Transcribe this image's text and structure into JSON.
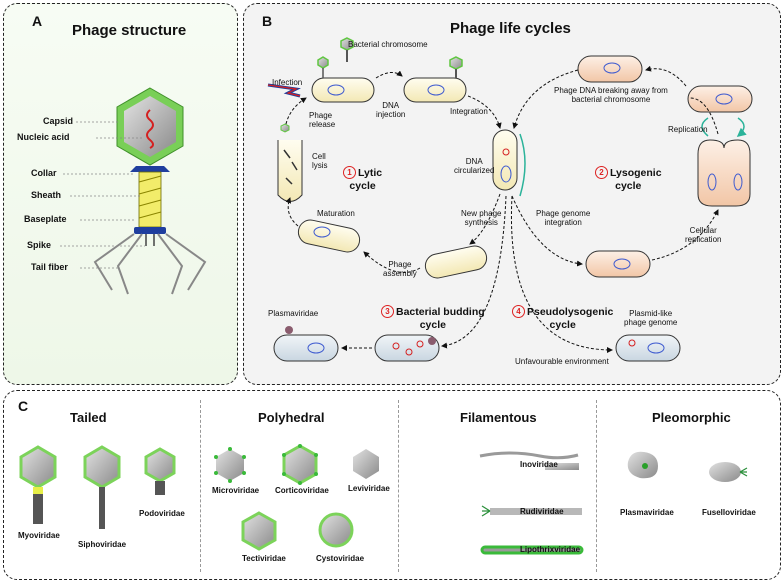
{
  "panel_a": {
    "label": "A",
    "title": "Phage structure",
    "parts": [
      "Capsid",
      "Nucleic acid",
      "Collar",
      "Sheath",
      "Baseplate",
      "Spike",
      "Tail fiber"
    ]
  },
  "panel_b": {
    "label": "B",
    "title": "Phage life cycles",
    "cycles": {
      "lytic_num": "1",
      "lytic": "Lytic",
      "lytic2": "cycle",
      "lyso_num": "2",
      "lyso": "Lysogenic",
      "lyso2": "cycle",
      "bud_num": "3",
      "bud": "Bacterial budding",
      "bud2": "cycle",
      "pseudo_num": "4",
      "pseudo": "Pseudolysogenic",
      "pseudo2": "cycle"
    },
    "steps": {
      "bacterial_chromosome": "Bacterial chromosome",
      "infection": "Infection",
      "dna_injection": "DNA\ninjection",
      "integration": "Integration",
      "phage_release": "Phage\nrelease",
      "cell_lysis": "Cell\nlysis",
      "dna_circularized": "DNA\ncircularized",
      "maturation": "Maturation",
      "new_phage_synthesis": "New phage\nsynthesis",
      "phage_assembly": "Phage\nassembly",
      "phage_dna_breaking": "Phage DNA breaking away from\nbacterial chromosome",
      "replication": "Replication",
      "phage_genome_integration": "Phage genome\nintegration",
      "cellular_replication": "Cellular\nreplication",
      "plasmaviridae": "Plasmaviridae",
      "plasmid_like": "Plasmid-like\nphage genome",
      "unfavourable": "Unfavourable environment"
    }
  },
  "panel_c": {
    "label": "C",
    "groups": [
      {
        "title": "Tailed",
        "families": [
          "Myoviridae",
          "Siphoviridae",
          "Podoviridae"
        ]
      },
      {
        "title": "Polyhedral",
        "families": [
          "Microviridae",
          "Corticoviridae",
          "Leviviridae",
          "Tectiviridae",
          "Cystoviridae"
        ]
      },
      {
        "title": "Filamentous",
        "families": [
          "Inoviridae",
          "Rudiviridae",
          "Lipothrixviridae"
        ]
      },
      {
        "title": "Pleomorphic",
        "families": [
          "Plasmaviridae",
          "Fuselloviridae"
        ]
      }
    ]
  },
  "colors": {
    "capsid_green": "#7cd35a",
    "dashed_border": "#222222",
    "bacterium_fill": "#fbf6da",
    "lysogenic_fill": "#f7d9c4",
    "budding_fill": "#dfe7ee",
    "dna_red": "#d42020",
    "tail_blue": "#1f3e9e"
  }
}
